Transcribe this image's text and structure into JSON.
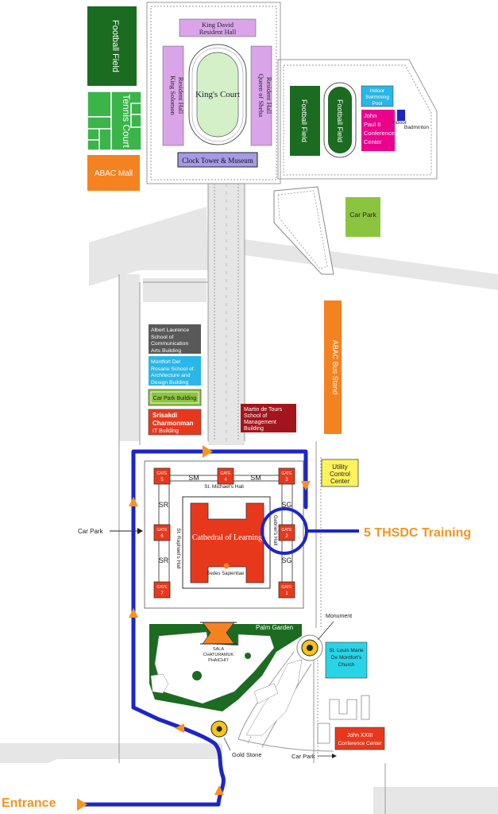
{
  "buildings": {
    "football_field_1": "Football Field",
    "tennis_court": "Tennis Court",
    "abac_mall": "ABAC Mall",
    "king_david_1": "King David",
    "king_david_2": "Resident Hall",
    "king_solomon_1": "King Solomon",
    "king_solomon_2": "Resident Hall",
    "kings_court": "King's Court",
    "queen_sheba_1": "Queen of Sheba",
    "queen_sheba_2": "Resident Hall",
    "clock_tower": "Clock Tower & Museum",
    "football_field_2": "Football Field",
    "football_field_3": "Football Field",
    "swimming_1": "Indoor",
    "swimming_2": "Swimming",
    "swimming_3": "Pool",
    "jp2_1": "John",
    "jp2_2": "Paul II",
    "jp2_3": "Conference",
    "jp2_4": "Center",
    "badminton_1": "Indoor",
    "badminton_2": "Badminton",
    "car_park_top": "Car Park",
    "albert_1": "Albert Laurence",
    "albert_2": "School of",
    "albert_3": "Communication",
    "albert_4": "Arts Building",
    "montfort_1": "Montfort Del",
    "montfort_2": "Rosario School of",
    "montfort_3": "Architecture and",
    "montfort_4": "Design Building",
    "car_park_building": "Car Park Building",
    "srisakdi_1": "Srisakdi",
    "srisakdi_2": "Charmonman",
    "srisakdi_3": "IT Building",
    "martin_1": "Martin de Tours",
    "martin_2": "School of",
    "martin_3": "Management",
    "martin_4": "Building",
    "bus_stand": "ABAC Bus Stand",
    "utility_1": "Utility",
    "utility_2": "Control",
    "utility_3": "Center",
    "cathedral": "Cathedral of Learning",
    "sedes": "Sedes Sapientiae",
    "st_michael": "St. Michael's Hall",
    "st_raphael": "St. Raphael's Hall",
    "gabriel": "Gabriel's Hall",
    "palm_garden": "Palm Garden",
    "sala_1": "SALA",
    "sala_2": "CHATURAMUK",
    "sala_3": "PHAICHIT",
    "monument": "Monument",
    "church_1": "St. Louis Marie",
    "church_2": "De Montfort's",
    "church_3": "Church",
    "john23_1": "John XXIII",
    "john23_2": "Conference Center",
    "car_park_left": "Car Park",
    "car_park_bottom": "Car Park",
    "gold_stone": "Gold Stone"
  },
  "hall_codes": {
    "sm_1": "SM",
    "sm_2": "SM",
    "sr_1": "SR",
    "sr_2": "SR",
    "sg_1": "SG",
    "sg_2": "SG"
  },
  "gates": {
    "g1": "1",
    "g2": "2",
    "g3": "3",
    "g4": "4",
    "g5": "5",
    "g6": "6",
    "g7": "7",
    "word": "GATE"
  },
  "annotations": {
    "training": "5 THSDC Training",
    "entrance": "Entrance"
  },
  "colors": {
    "route": "#1d26c4",
    "arrow": "#f7941d",
    "red": "#e8381c",
    "green": "#1b6b21",
    "bright_green": "#3bb44a",
    "lime": "#8bc53f",
    "lilac": "#d9a5e8",
    "orange": "#f58220",
    "pink": "#ec008c",
    "cyan": "#29b6e8",
    "dark_red": "#a3151c",
    "yellow": "#fff35c",
    "gray": "#595959",
    "road": "#e5e5e5"
  }
}
